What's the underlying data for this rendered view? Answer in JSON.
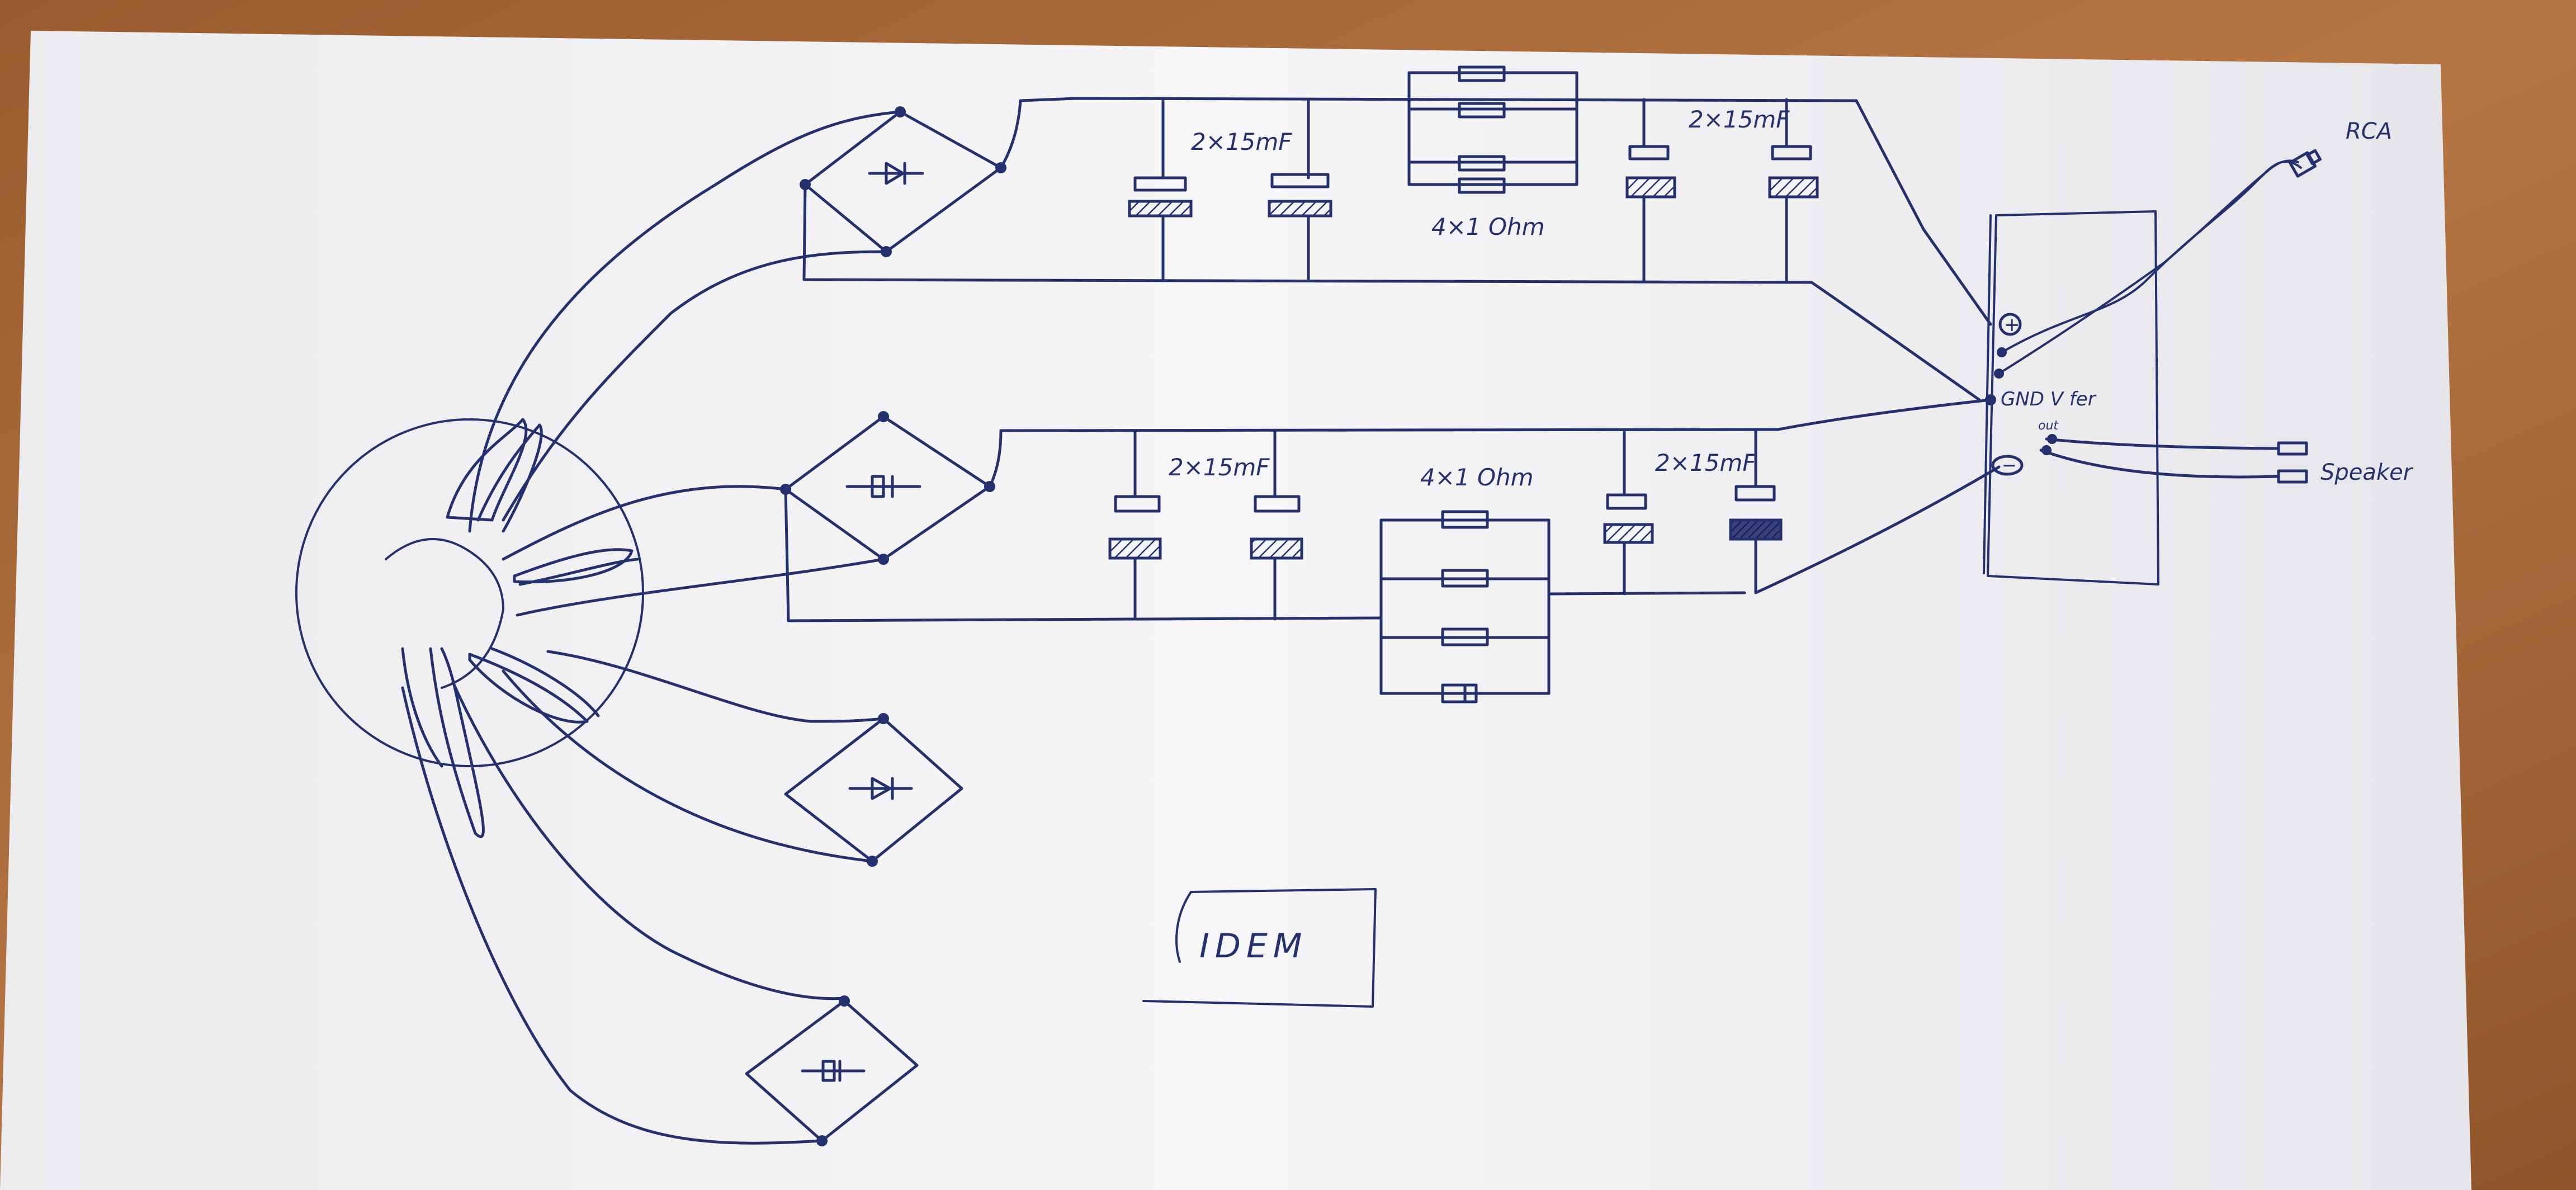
{
  "labels": {
    "cap_top_left": "2×15mF",
    "cap_top_right": "2×15mF",
    "res_top": "4×1 Ohm",
    "cap_bottom_left": "2×15mF",
    "res_bottom": "4×1 Ohm",
    "cap_bottom_right": "2×15mF",
    "plus_terminal": "+",
    "minus_terminal": "−",
    "gnd_vfer": "GND V fer",
    "out": "out",
    "rca": "RCA",
    "speaker": "Speaker",
    "idem": "IDEM"
  },
  "colors": {
    "ink": "#25306e",
    "paper": "#f4f4f6",
    "table": "#a86a3a"
  }
}
